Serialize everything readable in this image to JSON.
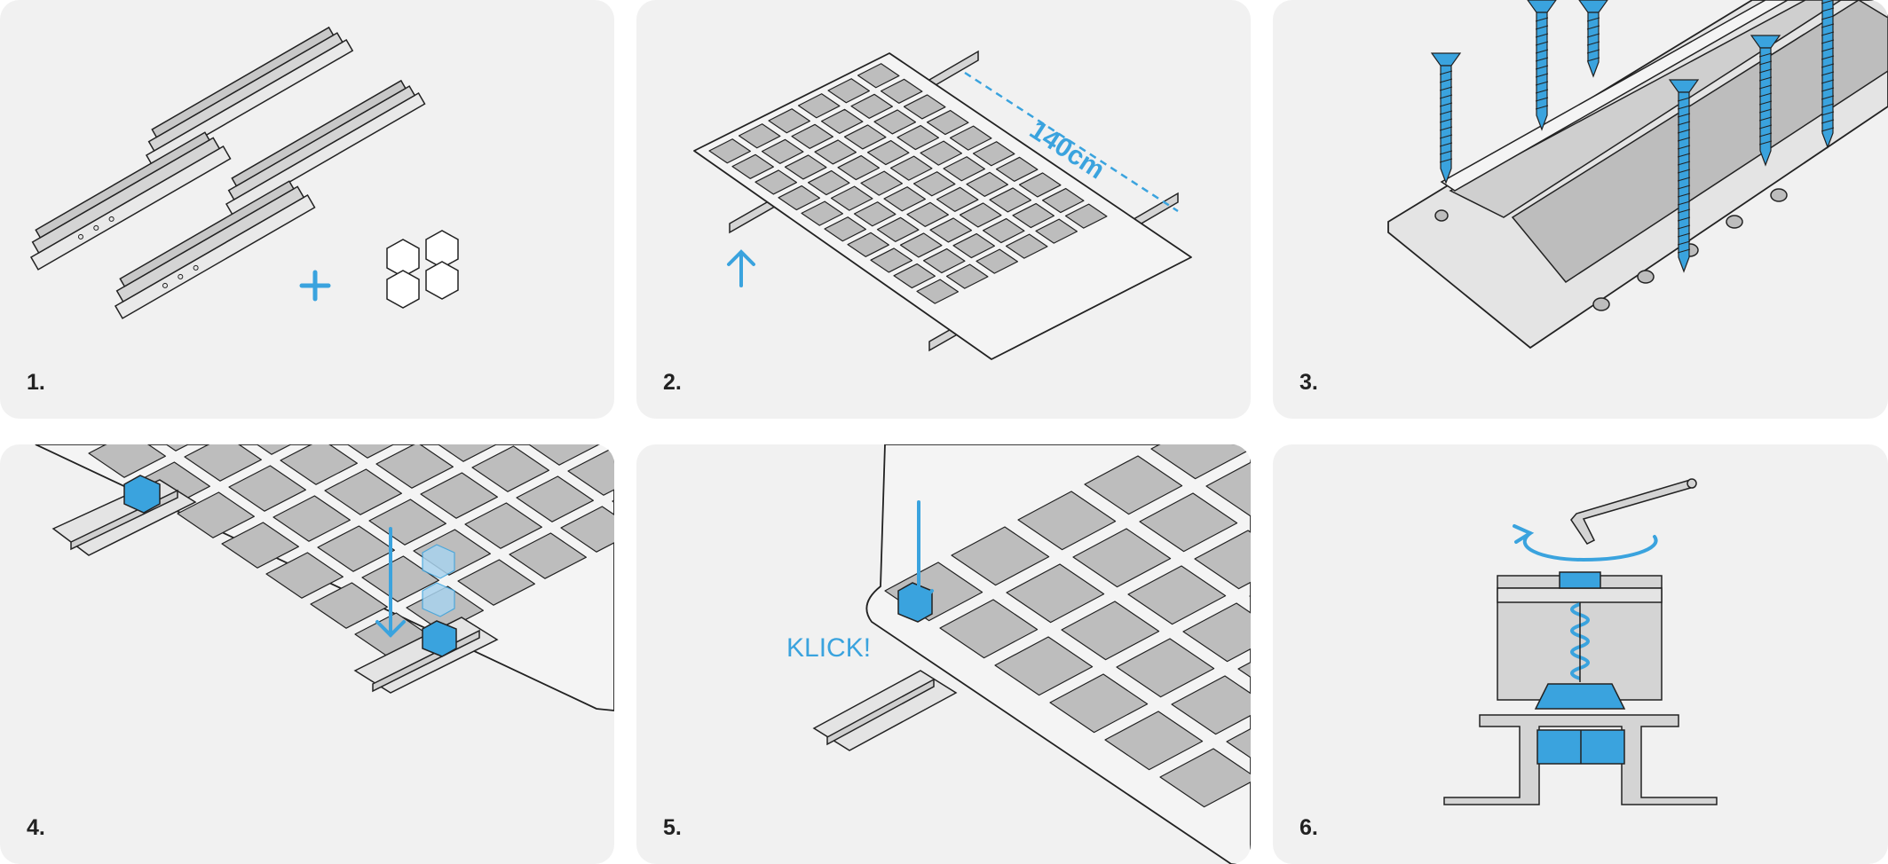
{
  "steps": [
    {
      "number": "1."
    },
    {
      "number": "2.",
      "dimension_label": "140cm"
    },
    {
      "number": "3."
    },
    {
      "number": "4."
    },
    {
      "number": "5.",
      "sound_label": "KLICK!"
    },
    {
      "number": "6."
    }
  ],
  "colors": {
    "panel_background": "#f1f1f1",
    "accent_blue": "#3aa3de",
    "metal_gray": "#d4d4d4",
    "cell_gray": "#bdbdbd",
    "outline": "#222222"
  },
  "icons": [
    "plus-icon",
    "arrow-up-icon",
    "arrow-down-icon",
    "rotate-arrow-icon",
    "hex-key-icon",
    "screw-icon"
  ]
}
